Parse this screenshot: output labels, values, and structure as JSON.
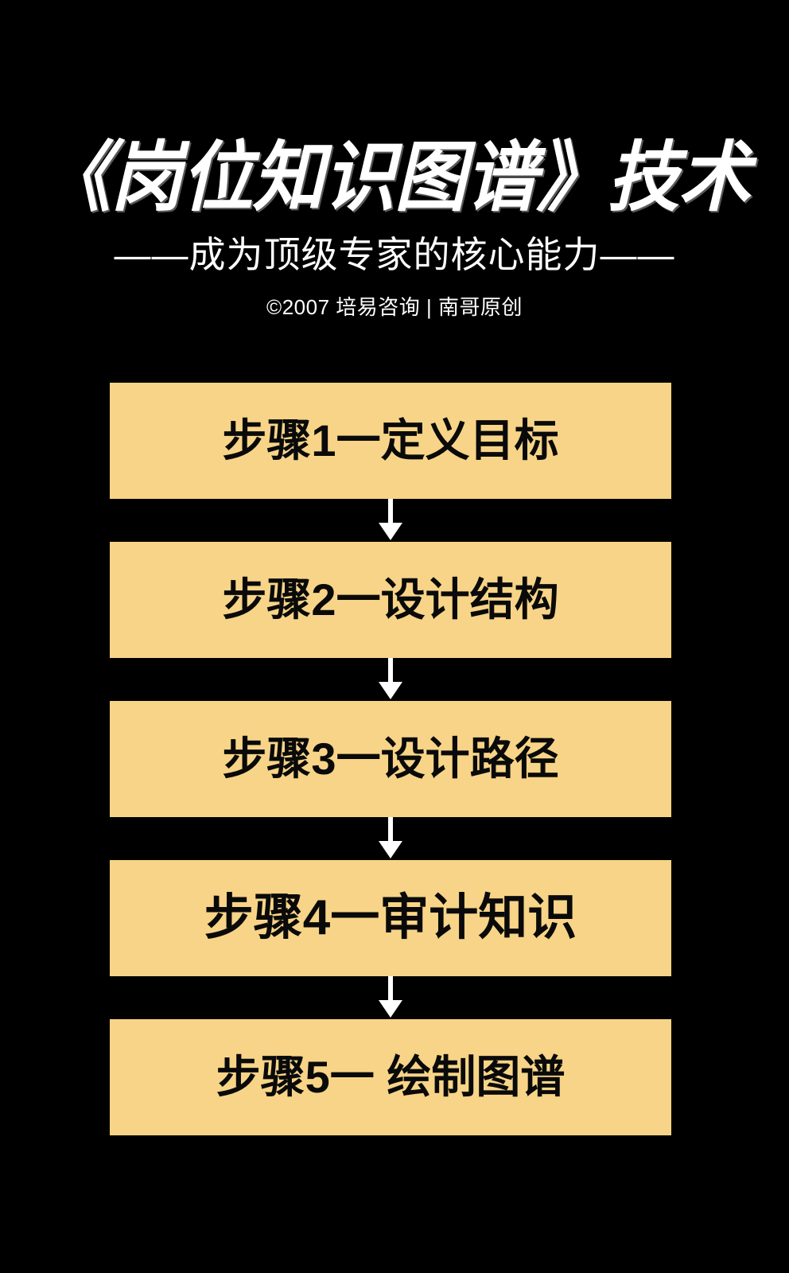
{
  "poster": {
    "background_color": "#000000",
    "box_color": "#f7d487",
    "box_text_color": "#0a0a0a",
    "header_text_color": "#ffffff",
    "arrow_color": "#ffffff"
  },
  "header": {
    "title": "《岗位知识图谱》技术",
    "subtitle": "——成为顶级专家的核心能力——",
    "copyright": "©2007 培易咨询 | 南哥原创"
  },
  "flow": {
    "arrow_icon": "arrow-down-icon",
    "steps": [
      {
        "label": "步骤1一定义目标"
      },
      {
        "label": "步骤2一设计结构"
      },
      {
        "label": "步骤3一设计路径"
      },
      {
        "label": "步骤4一审计知识"
      },
      {
        "label": "步骤5一 绘制图谱"
      }
    ]
  }
}
